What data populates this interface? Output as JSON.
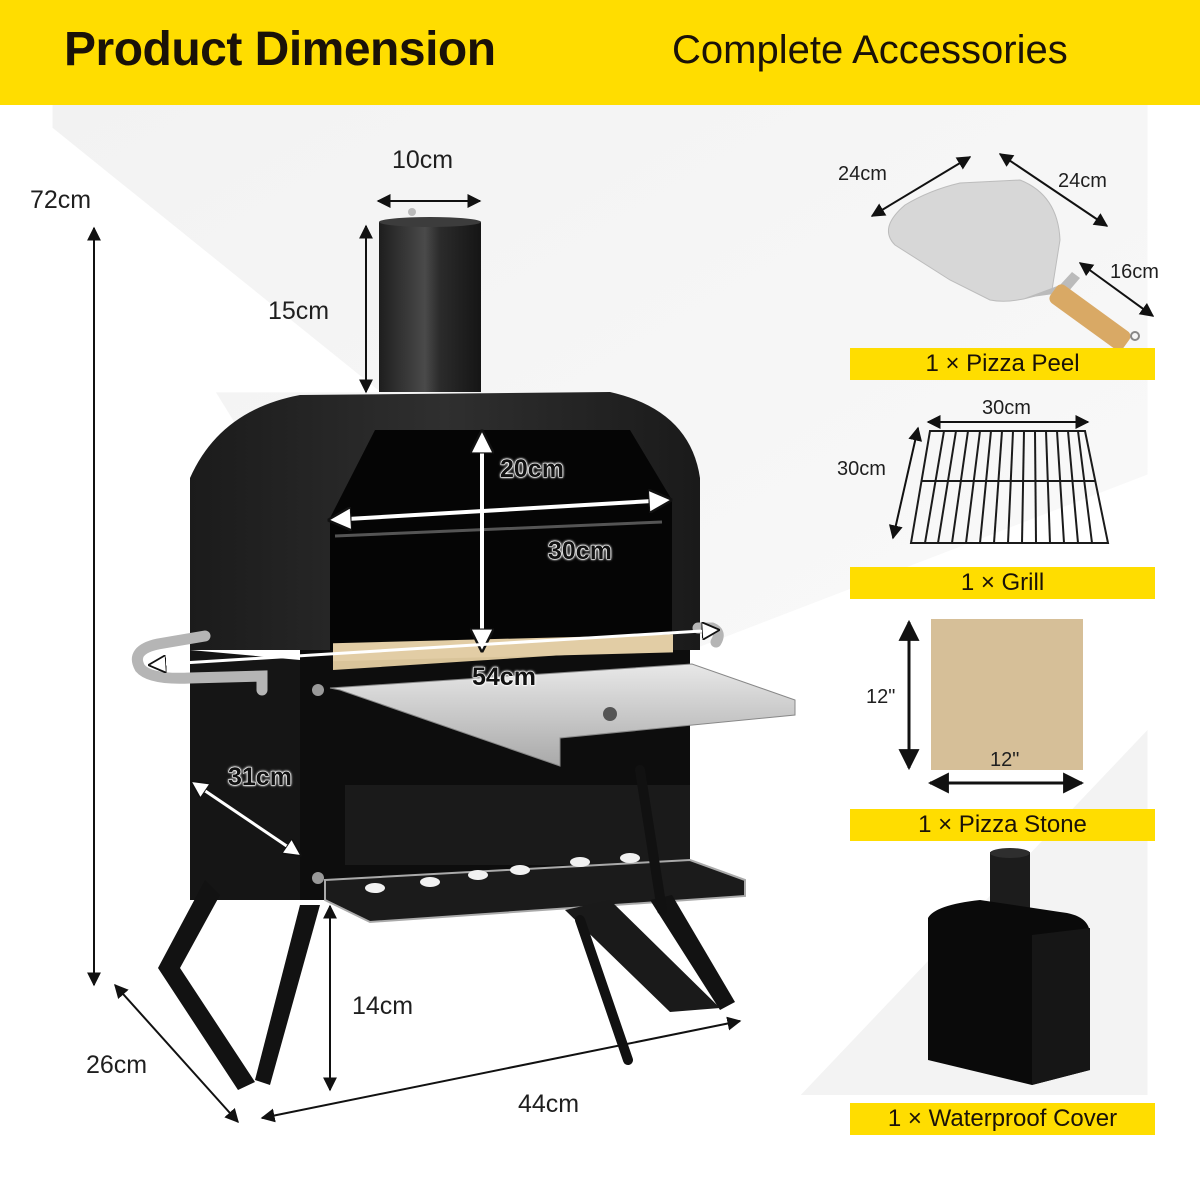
{
  "header": {
    "title": "Product Dimension",
    "subtitle": "Complete Accessories",
    "background_color": "#FFDD00"
  },
  "oven": {
    "dimensions": {
      "total_height": "72cm",
      "chimney_diameter": "10cm",
      "chimney_height": "15cm",
      "chamber_height": "20cm",
      "chamber_width": "30cm",
      "handle_to_handle_width": "54cm",
      "side_depth": "31cm",
      "leg_height": "14cm",
      "base_depth": "26cm",
      "base_width": "44cm"
    }
  },
  "accessories": [
    {
      "label": "1 × Pizza Peel",
      "dims": [
        "24cm",
        "24cm",
        "16cm"
      ]
    },
    {
      "label": "1 × Grill",
      "dims": [
        "30cm",
        "30cm"
      ]
    },
    {
      "label": "1 × Pizza Stone",
      "dims": [
        "12\"",
        "12\""
      ]
    },
    {
      "label": "1 × Waterproof Cover",
      "dims": []
    }
  ]
}
